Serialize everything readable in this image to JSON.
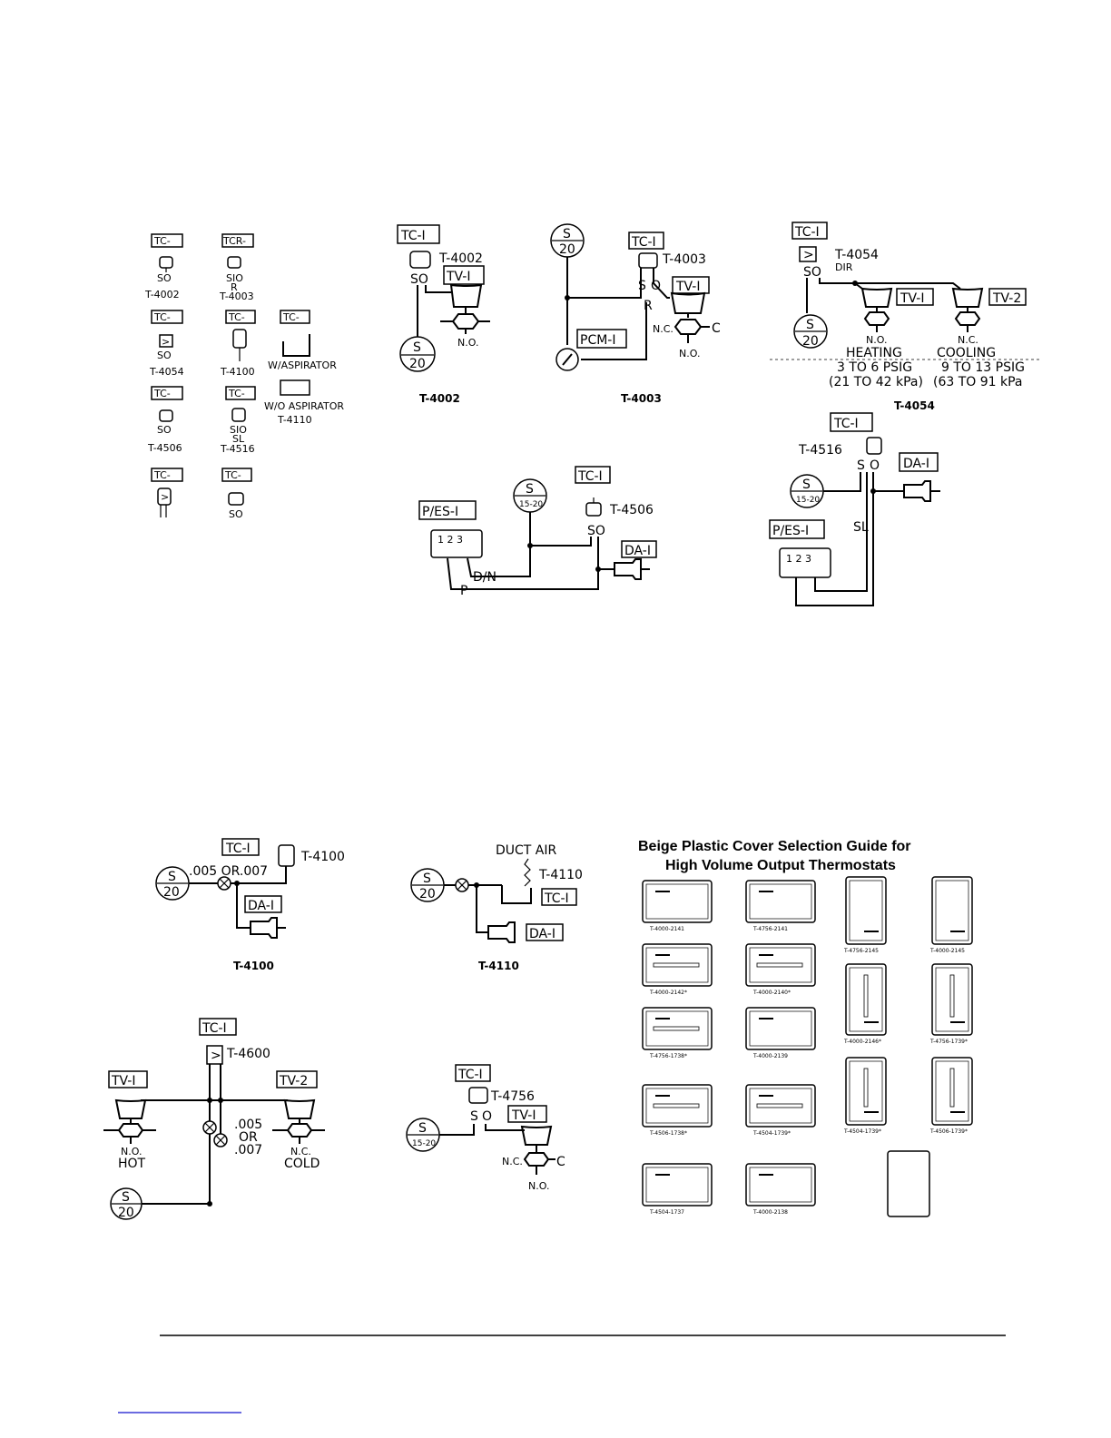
{
  "legend": {
    "tags": [
      "TC-",
      "TCR-",
      "TC-",
      "TC-",
      "TC-",
      "TC-",
      "TC-",
      "TC-",
      "TC-"
    ],
    "so": "SO",
    "sio": "SIO",
    "r": "R",
    "sl": "SL",
    "t4002": "T-4002",
    "t4003": "T-4003",
    "t4054": "T-4054",
    "t4100": "T-4100",
    "t4506": "T-4506",
    "t4516": "T-4516",
    "t4110": "T-4110",
    "w_asp": "W/ASPIRATOR",
    "wo_asp": "W/O ASPIRATOR"
  },
  "common": {
    "tc1": "TC-I",
    "tv1": "TV-I",
    "tv2": "TV-2",
    "da1": "DA-I",
    "pes1": "P/ES-I",
    "pcm1": "PCM-I",
    "s": "S",
    "s20": "20",
    "s1520": "15-20",
    "no": "N.O.",
    "nc": "N.C.",
    "c": "C",
    "so": "SO",
    "s_letter": "S",
    "o_letter": "O",
    "r": "R",
    "p": "P",
    "dn": "D/N",
    "sl": "SL",
    "gt": ">",
    "dir": "DIR"
  },
  "diagrams": {
    "d4002": {
      "model": "T-4002",
      "caption": "T-4002"
    },
    "d4003": {
      "model": "T-4003",
      "caption": "T-4003"
    },
    "d4054": {
      "model": "T-4054",
      "caption": "T-4054",
      "heating": "HEATING",
      "cooling": "COOLING",
      "heat_psig": "3 TO 6 PSIG",
      "heat_kpa": "(21 TO 42 kPa)",
      "cool_psig": "9 TO 13 PSIG",
      "cool_kpa": "(63 TO 91 kPa"
    },
    "d4506": {
      "model": "T-4506",
      "pes_digits": "1 2 3"
    },
    "d4516": {
      "model": "T-4516"
    },
    "d4100": {
      "model": "T-4100",
      "caption": "T-4100",
      "orifice": ".005 OR.007"
    },
    "d4110": {
      "model": "T-4110",
      "caption": "T-4110",
      "duct": "DUCT AIR"
    },
    "d4600": {
      "model": "T-4600",
      "hot": "HOT",
      "cold": "COLD",
      "o1": ".005",
      "o2": "OR",
      "o3": ".007"
    },
    "d4756": {
      "model": "T-4756"
    }
  },
  "guide": {
    "title1": "Beige Plastic Cover Selection Guide for",
    "title2": "High Volume Output Thermostats",
    "covers": [
      "T-4000-2141",
      "T-4756-2141",
      "T-4756-2145",
      "T-4000-2145",
      "T-4000-2142*",
      "T-4000-2140*",
      "T-4000-2146*",
      "T-4756-1739*",
      "T-4756-1738*",
      "T-4000-2139",
      "T-4506-1738*",
      "T-4504-1739*",
      "T-4504-1739*",
      "T-4506-1739*",
      "T-4504-1737",
      "T-4000-2138"
    ]
  }
}
